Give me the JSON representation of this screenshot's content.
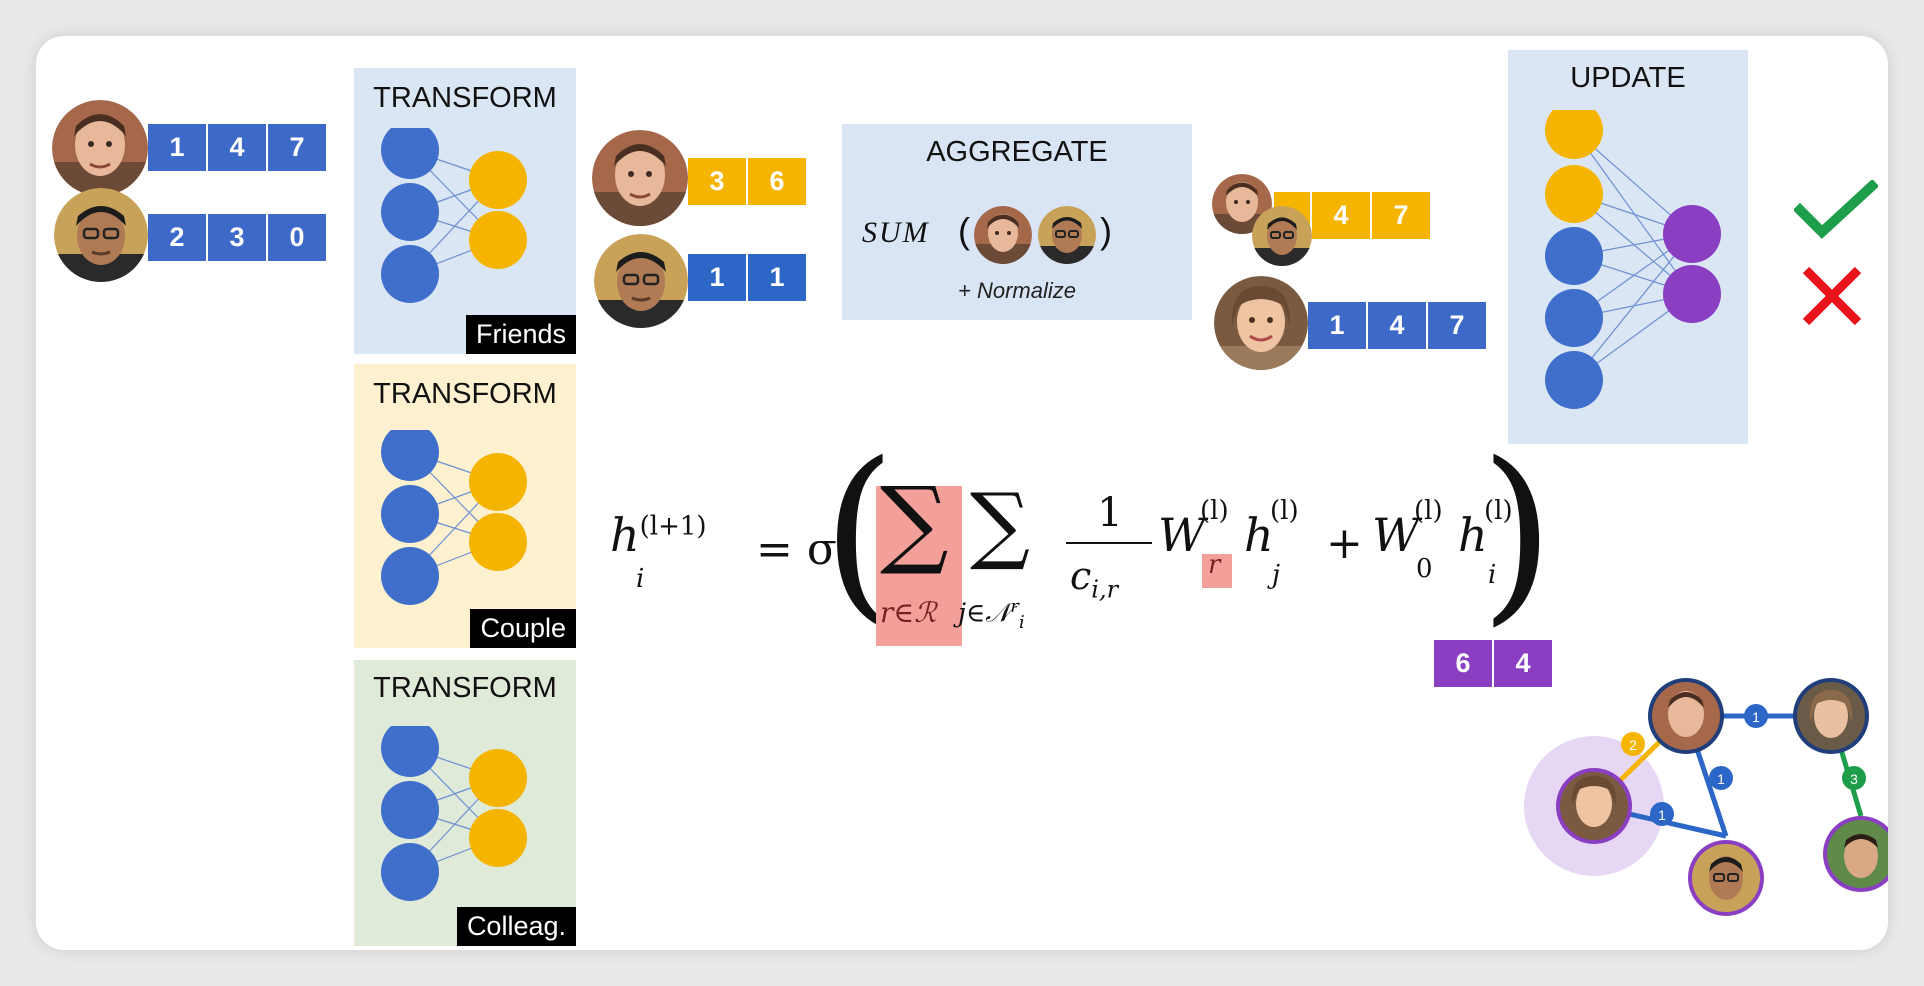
{
  "input_vectors": [
    [
      "1",
      "4",
      "7"
    ],
    [
      "2",
      "3",
      "0"
    ]
  ],
  "transforms": [
    {
      "title": "TRANSFORM",
      "relation": "Friends",
      "color": "#dbe6f4"
    },
    {
      "title": "TRANSFORM",
      "relation": "Couple",
      "color": "#fdf1cf"
    },
    {
      "title": "TRANSFORM",
      "relation": "Colleag.",
      "color": "#dfead8"
    }
  ],
  "transformed_vectors": [
    [
      "3",
      "6"
    ],
    [
      "1",
      "1"
    ]
  ],
  "aggregate": {
    "title": "AGGREGATE",
    "sum_label": "SUM",
    "paren_open": "(",
    "paren_close": ")",
    "normalize": "+ Normalize"
  },
  "aggregated_vectors": [
    [
      "4",
      "7"
    ],
    [
      "1",
      "4",
      "7"
    ]
  ],
  "update": {
    "title": "UPDATE"
  },
  "result_icons": {
    "accept": "check-icon",
    "reject": "cross-icon"
  },
  "formula": {
    "lhs": "h",
    "lhs_sub": "i",
    "lhs_sup": "(l+1)",
    "eq": "= σ",
    "sum1_sub": "r∈ℛ",
    "sum2_sub": "j∈𝒩",
    "sum2_sub_sup": "r",
    "sum2_sub_sub": "i",
    "frac_num": "1",
    "frac_den": "c",
    "frac_den_sub": "i,r",
    "w": "W",
    "w_sub": "r",
    "w_sup": "(l)",
    "h": "h",
    "h_sub": "j",
    "h_sup": "(l)",
    "plus": "+",
    "w0": "W",
    "w0_sub": "0",
    "w0_sup": "(l)",
    "h2": "h",
    "h2_sub": "i",
    "h2_sup": "(l)"
  },
  "output_vector": [
    "6",
    "4"
  ],
  "graph_edges": [
    "1",
    "1",
    "1",
    "2",
    "3"
  ],
  "colors": {
    "blue": "#3d6ac8",
    "gold": "#f5b400",
    "purple": "#8a3fc2",
    "highlight": "#f4a09a",
    "check": "#1e9e4a",
    "cross": "#e8141b"
  }
}
